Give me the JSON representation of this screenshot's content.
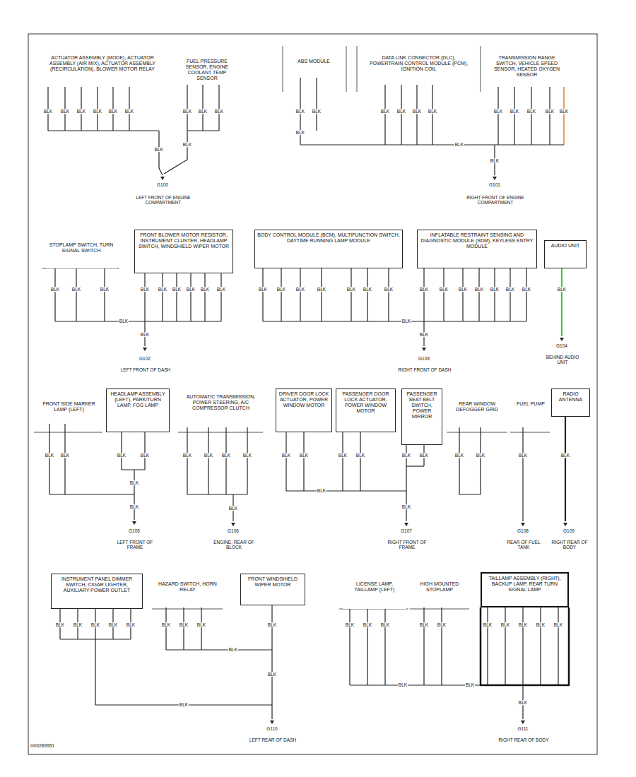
{
  "diagram": {
    "nodes": [
      {
        "text": [
          "ACTUATOR ASSEMBLY (MODE), ACTUATOR ASSEMBLY (AIR MIX), ACTUATOR ASSEMBLY (RECIRCULATION), BLOWER MOTOR RELAY"
        ]
      },
      {
        "text": [
          "FUEL PRESSURE SENSOR, ENGINE COOLANT TEMP SENSOR"
        ]
      },
      {
        "text": [
          "ABS MODULE"
        ]
      },
      {
        "text": [
          "DATA LINK CONNECTOR (DLC), POWERTRAIN CONTROL MODULE (PCM), IGNITION COIL"
        ]
      },
      {
        "text": [
          "TRANSMISSION RANGE SWITCH, VEHICLE SPEED SENSOR, HEATED OXYGEN SENSOR"
        ]
      },
      {
        "text": [
          "STOPLAMP SWITCH, TURN SIGNAL SWITCH"
        ]
      },
      {
        "text": [
          "FRONT BLOWER MOTOR RESISTOR, INSTRUMENT CLUSTER, HEADLAMP SWITCH, WINDSHIELD WIPER MOTOR"
        ]
      },
      {
        "text": [
          "BODY CONTROL MODULE (BCM), MULTIFUNCTION SWITCH, DAYTIME RUNNING LAMP MODULE"
        ]
      },
      {
        "text": [
          "INFLATABLE RESTRAINT SENSING AND DIAGNOSTIC MODULE (SDM), KEYLESS ENTRY MODULE"
        ]
      },
      {
        "text": [
          "AUDIO UNIT"
        ]
      },
      {
        "text": [
          "FRONT SIDE MARKER LAMP (LEFT)"
        ]
      },
      {
        "text": [
          "HEADLAMP ASSEMBLY (LEFT), PARK/TURN LAMP, FOG LAMP"
        ]
      },
      {
        "text": [
          "AUTOMATIC TRANSMISSION, POWER STEERING, A/C COMPRESSOR CLUTCH"
        ]
      },
      {
        "text": [
          "DRIVER DOOR LOCK ACTUATOR, POWER WINDOW MOTOR"
        ]
      },
      {
        "text": [
          "PASSENGER DOOR LOCK ACTUATOR, POWER WINDOW MOTOR"
        ]
      },
      {
        "text": [
          "PASSENGER SEAT BELT SWITCH, POWER MIRROR"
        ]
      },
      {
        "text": [
          "REAR WINDOW DEFOGGER GRID"
        ]
      },
      {
        "text": [
          "FUEL PUMP"
        ]
      },
      {
        "text": [
          "RADIO ANTENNA"
        ]
      },
      {
        "text": [
          "INSTRUMENT PANEL DIMMER SWITCH, CIGAR LIGHTER, AUXILIARY POWER OUTLET"
        ]
      },
      {
        "text": [
          "HAZARD SWITCH, HORN RELAY"
        ]
      },
      {
        "text": [
          "FRONT WINDSHIELD WIPER MOTOR"
        ]
      },
      {
        "text": [
          "LICENSE LAMP, TAILLAMP (LEFT)"
        ]
      },
      {
        "text": [
          "HIGH MOUNTED STOPLAMP"
        ]
      },
      {
        "text": [
          "TAILLAMP ASSEMBLY (RIGHT), BACKUP LAMP, REAR TURN SIGNAL LAMP"
        ]
      }
    ],
    "labels": [
      "BLK",
      "BLK",
      "BLK",
      "BLK",
      "BLK",
      "BLK",
      "BLK",
      "BLK",
      "BLK",
      "BLK",
      "BLK",
      "G100",
      "LEFT FRONT OF ENGINE COMPARTMENT",
      "BLK",
      "BLK",
      "BLK",
      "BLK",
      "BLK",
      "BLK",
      "BLK",
      "BLK",
      "BLK",
      "BLK",
      "BLK",
      "BLK",
      "BLK",
      "BLK",
      "G101",
      "RIGHT FRONT OF ENGINE COMPARTMENT",
      "BLK",
      "BLK",
      "BLK",
      "BLK",
      "BLK",
      "BLK",
      "BLK",
      "BLK",
      "BLK",
      "BLK",
      "BLK",
      "BLK",
      "BLK",
      "BLK",
      "BLK",
      "BLK",
      "BLK",
      "BLK",
      "BLK",
      "BLK",
      "BLK",
      "BLK",
      "BLK",
      "BLK",
      "BLK",
      "BLK",
      "BLK",
      "BLK",
      "G102",
      "LEFT FRONT OF DASH",
      "G103",
      "RIGHT FRONT OF DASH",
      "G104",
      "BEHIND AUDIO UNIT",
      "BLK",
      "BLK",
      "BLK",
      "BLK",
      "BLK",
      "BLK",
      "G105",
      "LEFT FRONT OF FRAME",
      "BLK",
      "BLK",
      "BLK",
      "BLK",
      "BLK",
      "G106",
      "ENGINE, REAR OF BLOCK",
      "BLK",
      "BLK",
      "BLK",
      "BLK",
      "BLK",
      "BLK",
      "BLK",
      "BLK",
      "G107",
      "RIGHT FRONT OF FRAME",
      "BLK",
      "BLK",
      "BLK",
      "BLK",
      "G108",
      "REAR OF FUEL TANK",
      "G109",
      "RIGHT REAR OF BODY",
      "BLK",
      "BLK",
      "BLK",
      "BLK",
      "BLK",
      "BLK",
      "BLK",
      "BLK",
      "BLK",
      "BLK",
      "BLK",
      "BLK",
      "G110",
      "LEFT REAR OF DASH",
      "BLK",
      "BLK",
      "BLK",
      "BLK",
      "BLK",
      "BLK",
      "BLK",
      "BLK",
      "BLK",
      "BLK",
      "BLK",
      "BLK",
      "BLK",
      "G111",
      "RIGHT REAR OF BODY",
      "G00283951"
    ]
  }
}
